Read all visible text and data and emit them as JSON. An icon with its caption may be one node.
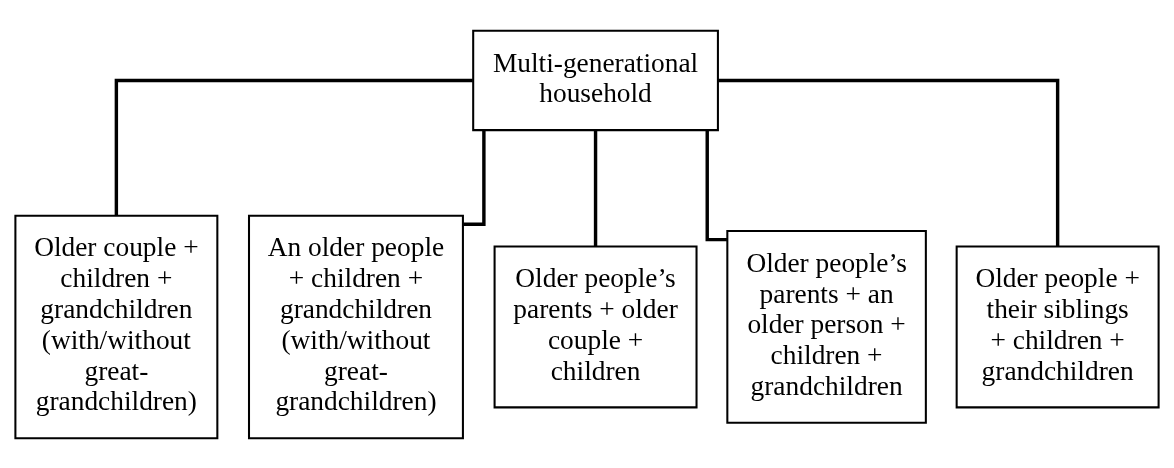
{
  "diagram": {
    "nodes": [
      {
        "text": [
          "Multi-generational household"
        ]
      },
      {
        "text": [
          "Older couple + children + grandchildren (with/without great-grandchildren)"
        ]
      },
      {
        "text": [
          "An older people + children + grandchildren (with/without great-grandchildren)"
        ]
      },
      {
        "text": [
          "Older people’s parents + older couple + children"
        ]
      },
      {
        "text": [
          "Older people’s parents + an older person + children + grandchildren"
        ]
      },
      {
        "text": [
          "Older people + their siblings + children + grandchildren"
        ]
      }
    ],
    "edges": [
      {
        "from": 0,
        "to": 1,
        "arrow": "none"
      },
      {
        "from": 0,
        "to": 2,
        "arrow": "none"
      },
      {
        "from": 0,
        "to": 3,
        "arrow": "none"
      },
      {
        "from": 0,
        "to": 4,
        "arrow": "none"
      },
      {
        "from": 0,
        "to": 5,
        "arrow": "none"
      }
    ]
  }
}
